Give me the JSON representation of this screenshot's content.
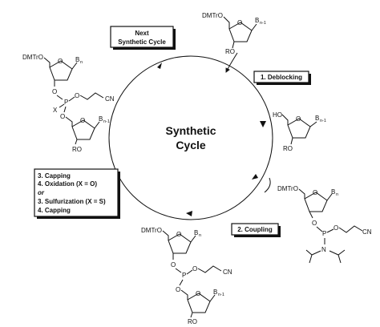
{
  "center": {
    "line1": "Synthetic",
    "line2": "Cycle"
  },
  "boxes": {
    "next": {
      "line1": "Next",
      "line2": "Synthetic Cycle"
    },
    "deblocking": "1. Deblocking",
    "coupling": "2. Coupling",
    "capping": [
      "3. Capping",
      "4. Oxidation (X = O)",
      "or",
      "3. Sulfurization (X = S)",
      "4. Capping"
    ]
  },
  "chem": {
    "dmtro": "DMTrO",
    "ho": "HO",
    "ro": "RO",
    "o": "O",
    "p": "P",
    "n": "N",
    "x": "X",
    "cn": "CN",
    "b": "B",
    "sub_n": "n",
    "sub_n1": "n-1"
  }
}
